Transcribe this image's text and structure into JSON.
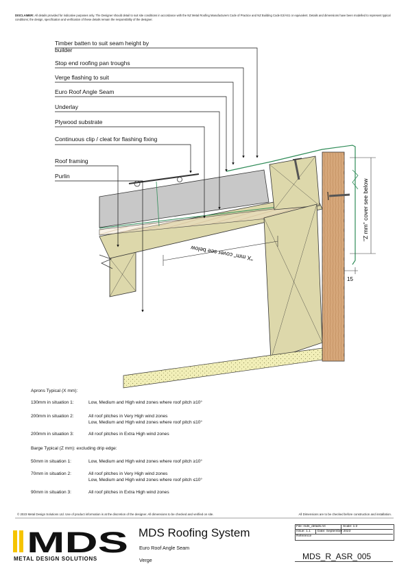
{
  "disclaimer": {
    "lead": "DISCLAIMER:",
    "text": "All details provided for indicative purposes only. The Designer should detail to suit site conditions in accordance with the NZ Metal Roofing Manufacturers Code of Practice and NZ Building Code E2/AS1 or equivalent. Details and dimensions have been modelled to represent typical conditions; the design, specification and verification of these details remain the responsibility of the designer."
  },
  "labels": {
    "timber_batten": "Timber batten to suit seam height by builder",
    "stop_end": "Stop end roofing pan troughs",
    "verge_flashing": "Verge flashing to suit",
    "euro_seam": "Euro Roof Angle Seam",
    "underlay": "Underlay",
    "plywood": "Plywood substrate",
    "clip": "Continuous clip / cleat for flashing fixing",
    "roof_framing": "Roof framing",
    "purlin": "Purlin",
    "x_dim": "\"X mm\" cover see below",
    "z_dim": "\"Z mm\" cover see below",
    "dim_15": "15"
  },
  "notes": {
    "aprons_heading": "Aprons Typical (X mm):",
    "aprons": [
      {
        "key": "130mm in situation 1:",
        "lines": [
          "Low, Medium and High wind zones where roof pitch ≥10°"
        ]
      },
      {
        "key": "200mm in situation 2:",
        "lines": [
          "All roof pitches in Very High wind zones",
          "Low, Medium and High wind zones where roof pitch ≤10°"
        ]
      },
      {
        "key": "200mm in situation 3:",
        "lines": [
          "All roof pitches in Extra High wind zones"
        ]
      }
    ],
    "barge_heading": "Barge Typical (Z mm): excluding drip edge:",
    "barge": [
      {
        "key": "50mm in situation 1:",
        "lines": [
          "Low, Medium and High wind zones where roof pitch ≥10°"
        ]
      },
      {
        "key": "70mm in situation 2:",
        "lines": [
          "All roof pitches in Very High wind zones",
          "Low, Medium and High wind zones where roof pitch ≤10°"
        ]
      },
      {
        "key": "90mm in situation 3:",
        "lines": [
          "All roof pitches in Extra High wind zones"
        ]
      }
    ]
  },
  "footer": {
    "copyright": "© 2023 Metal Design Solutions Ltd. Use of product information is at the discretion of the designer. All dimensions to be checked and verified on site.",
    "dims_note": "All Dimensions are to be checked before construction and installation."
  },
  "titleblock": {
    "brand": "MDS",
    "brand_sub": "METAL DESIGN SOLUTIONS",
    "title": "MDS Roofing System",
    "subtitle1": "Euro Roof Angle Seam",
    "subtitle2": "Verge",
    "file": "File: mds_details.rvt",
    "scale": "Scale: 1:2",
    "issue": "Issue: 1.1",
    "date": "Date: September 2023",
    "reference": "Reference",
    "drawing_no": "MDS_R_ASR_005"
  },
  "colors": {
    "timber": "#ddd8ab",
    "fascia": "#d6a77a",
    "sheet": "#c8c8c8",
    "ply": "#f0e1c8",
    "underlay_green": "#2e8b57",
    "gib": "#f2efb8",
    "accent": "#f5c400"
  }
}
